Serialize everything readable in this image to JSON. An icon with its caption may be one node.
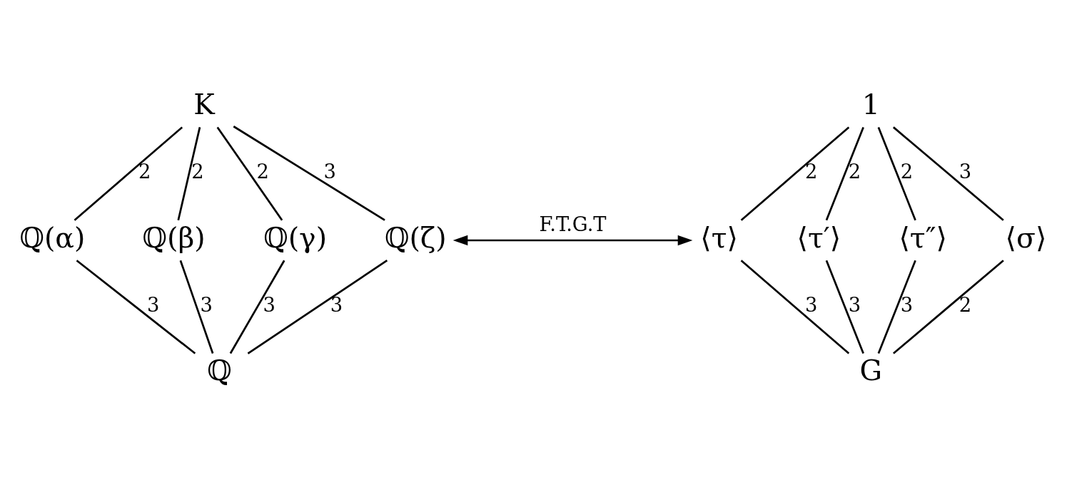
{
  "diagram": {
    "nodes": [
      {
        "text": [
          "K"
        ]
      },
      {
        "text": [
          "ℚ(α)"
        ]
      },
      {
        "text": [
          "ℚ(β)"
        ]
      },
      {
        "text": [
          "ℚ(γ)"
        ]
      },
      {
        "text": [
          "ℚ(ζ)"
        ]
      },
      {
        "text": [
          "ℚ"
        ]
      },
      {
        "text": [
          "1"
        ]
      },
      {
        "text": [
          "⟨τ⟩"
        ]
      },
      {
        "text": [
          "⟨τ′⟩"
        ]
      },
      {
        "text": [
          "⟨τ″⟩"
        ]
      },
      {
        "text": [
          "⟨σ⟩"
        ]
      },
      {
        "text": [
          "G"
        ]
      }
    ],
    "edges": [
      {
        "from": 0,
        "to": 1,
        "arrow": "none",
        "label": "2"
      },
      {
        "from": 0,
        "to": 2,
        "arrow": "none",
        "label": "2"
      },
      {
        "from": 0,
        "to": 3,
        "arrow": "none",
        "label": "2"
      },
      {
        "from": 0,
        "to": 4,
        "arrow": "none",
        "label": "3"
      },
      {
        "from": 1,
        "to": 5,
        "arrow": "none",
        "label": "3"
      },
      {
        "from": 2,
        "to": 5,
        "arrow": "none",
        "label": "3"
      },
      {
        "from": 3,
        "to": 5,
        "arrow": "none",
        "label": "3"
      },
      {
        "from": 4,
        "to": 5,
        "arrow": "none",
        "label": "3"
      },
      {
        "from": 4,
        "to": 7,
        "arrow": "both",
        "label": "F.T.G.T"
      },
      {
        "from": 6,
        "to": 7,
        "arrow": "none",
        "label": "2"
      },
      {
        "from": 6,
        "to": 8,
        "arrow": "none",
        "label": "2"
      },
      {
        "from": 6,
        "to": 9,
        "arrow": "none",
        "label": "2"
      },
      {
        "from": 6,
        "to": 10,
        "arrow": "none",
        "label": "3"
      },
      {
        "from": 7,
        "to": 11,
        "arrow": "none",
        "label": "3"
      },
      {
        "from": 8,
        "to": 11,
        "arrow": "none",
        "label": "3"
      },
      {
        "from": 9,
        "to": 11,
        "arrow": "none",
        "label": "3"
      },
      {
        "from": 10,
        "to": 11,
        "arrow": "none",
        "label": "2"
      }
    ]
  }
}
